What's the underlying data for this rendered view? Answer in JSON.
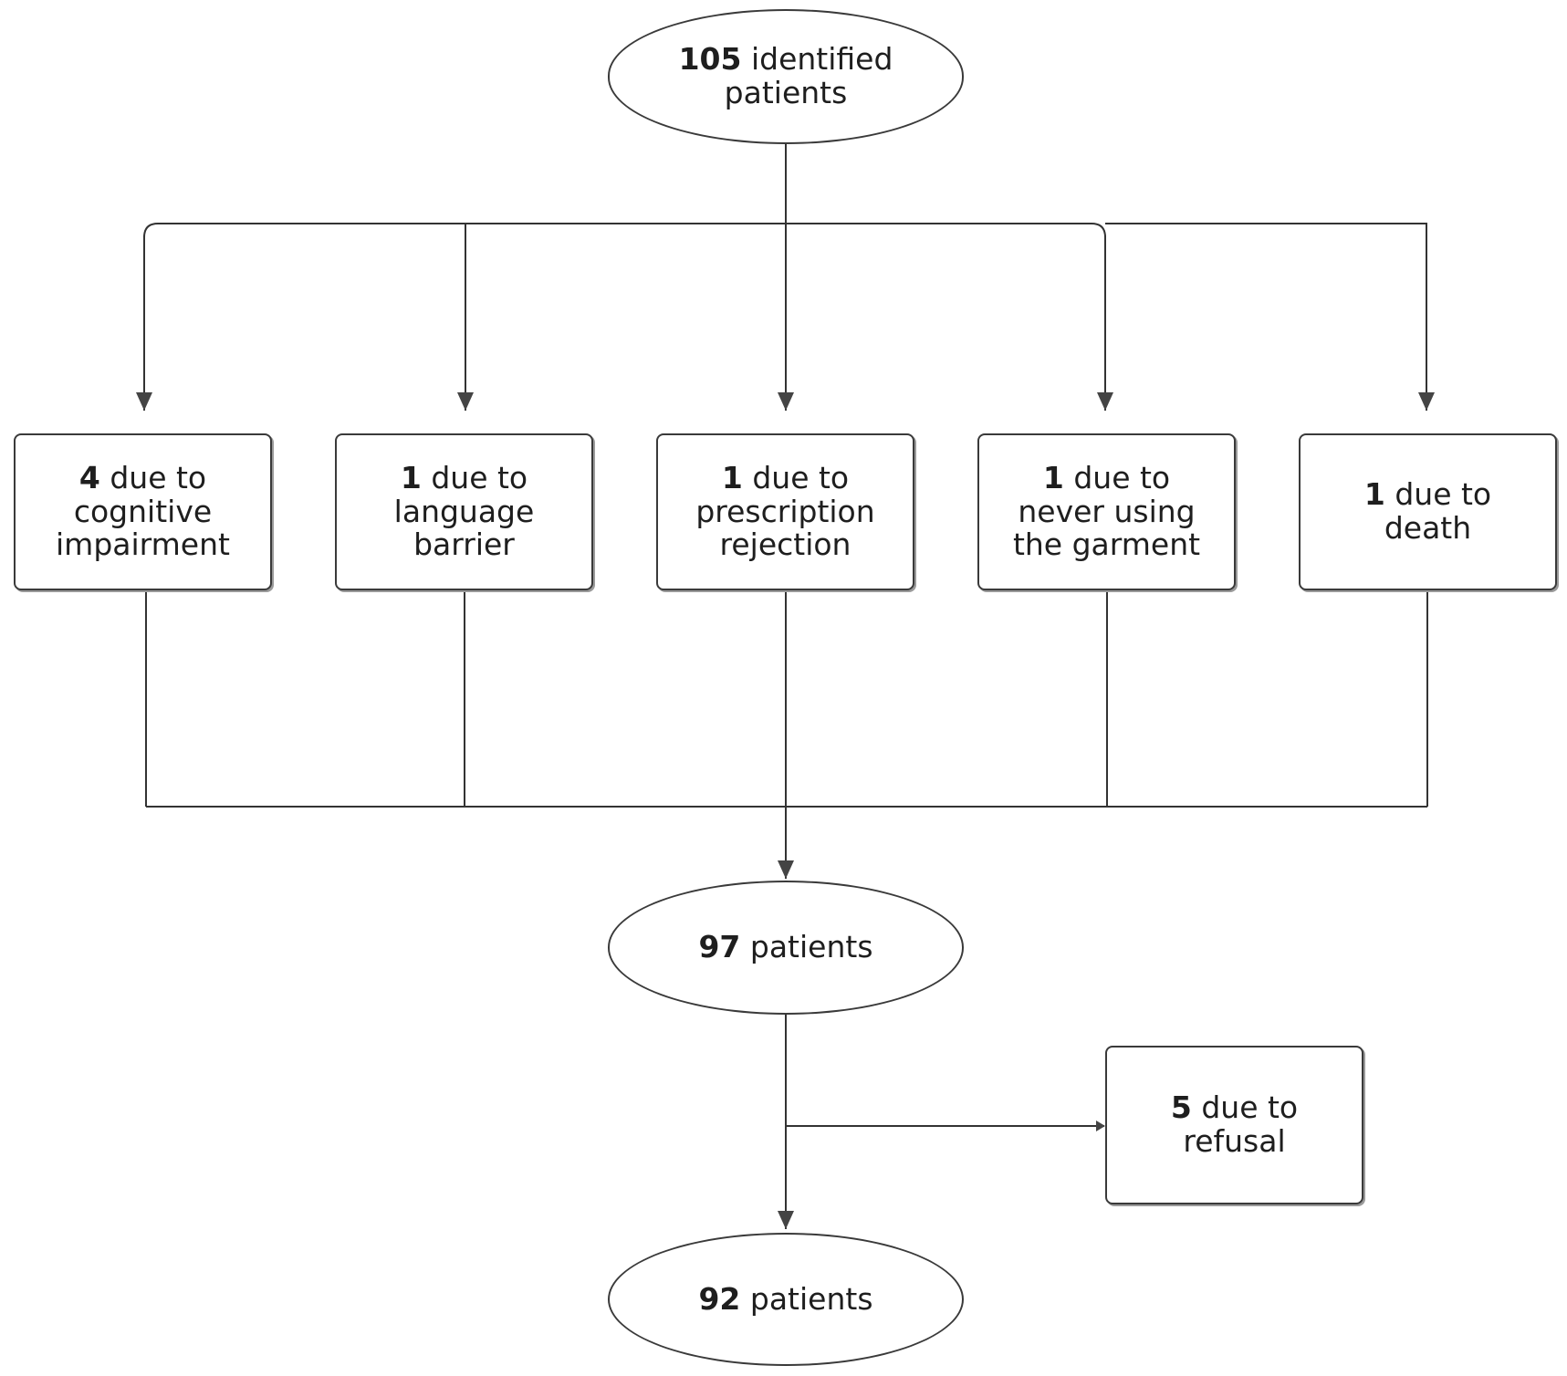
{
  "nodes": {
    "start": {
      "count": "105",
      "text": "identified patients"
    },
    "exclusions": [
      {
        "count": "4",
        "text": "due to cognitive impairment"
      },
      {
        "count": "1",
        "text": "due to language barrier"
      },
      {
        "count": "1",
        "text": "due to prescription rejection"
      },
      {
        "count": "1",
        "text": "due to never using the garment"
      },
      {
        "count": "1",
        "text": "due to death"
      }
    ],
    "middle": {
      "count": "97",
      "text": "patients"
    },
    "refusal": {
      "count": "5",
      "text": "due to refusal"
    },
    "end": {
      "count": "92",
      "text": "patients"
    }
  },
  "colors": {
    "line": "#333333",
    "border": "#3a3a3a",
    "text": "#1e1e1e"
  }
}
